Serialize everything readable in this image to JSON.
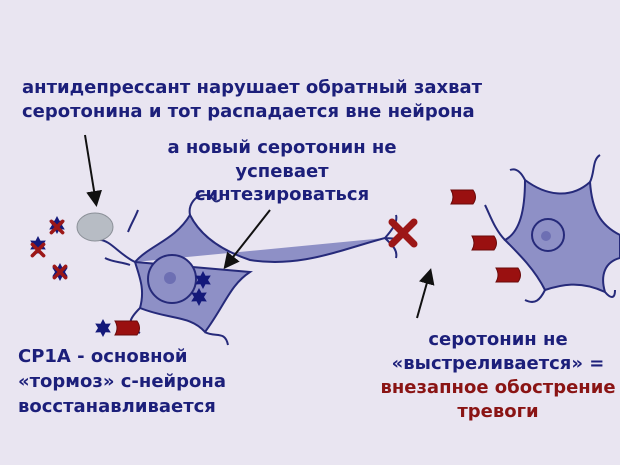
{
  "annotations": {
    "reuptake": [
      "антидепрессант нарушает обратный захват",
      "серотонина и тот распадается вне нейрона"
    ],
    "synthesis": [
      "а новый серотонин не",
      "успевает",
      "синтезироваться"
    ],
    "cp1a": [
      "CP1A - основной",
      "«тормоз» с-нейрона",
      "восстанавливается"
    ],
    "result": [
      "серотонин не",
      "«выстреливается» =",
      "внезапное обострение",
      "тревоги"
    ]
  },
  "colors": {
    "background": "#e9e5f1",
    "text": "#1c1f7a",
    "alert": "#8a1414",
    "cell": "#8e90c6",
    "outline": "#262a7a"
  },
  "icons": [
    "pill-icon",
    "serotonin-star-icon",
    "receptor-icon",
    "block-x-icon"
  ]
}
